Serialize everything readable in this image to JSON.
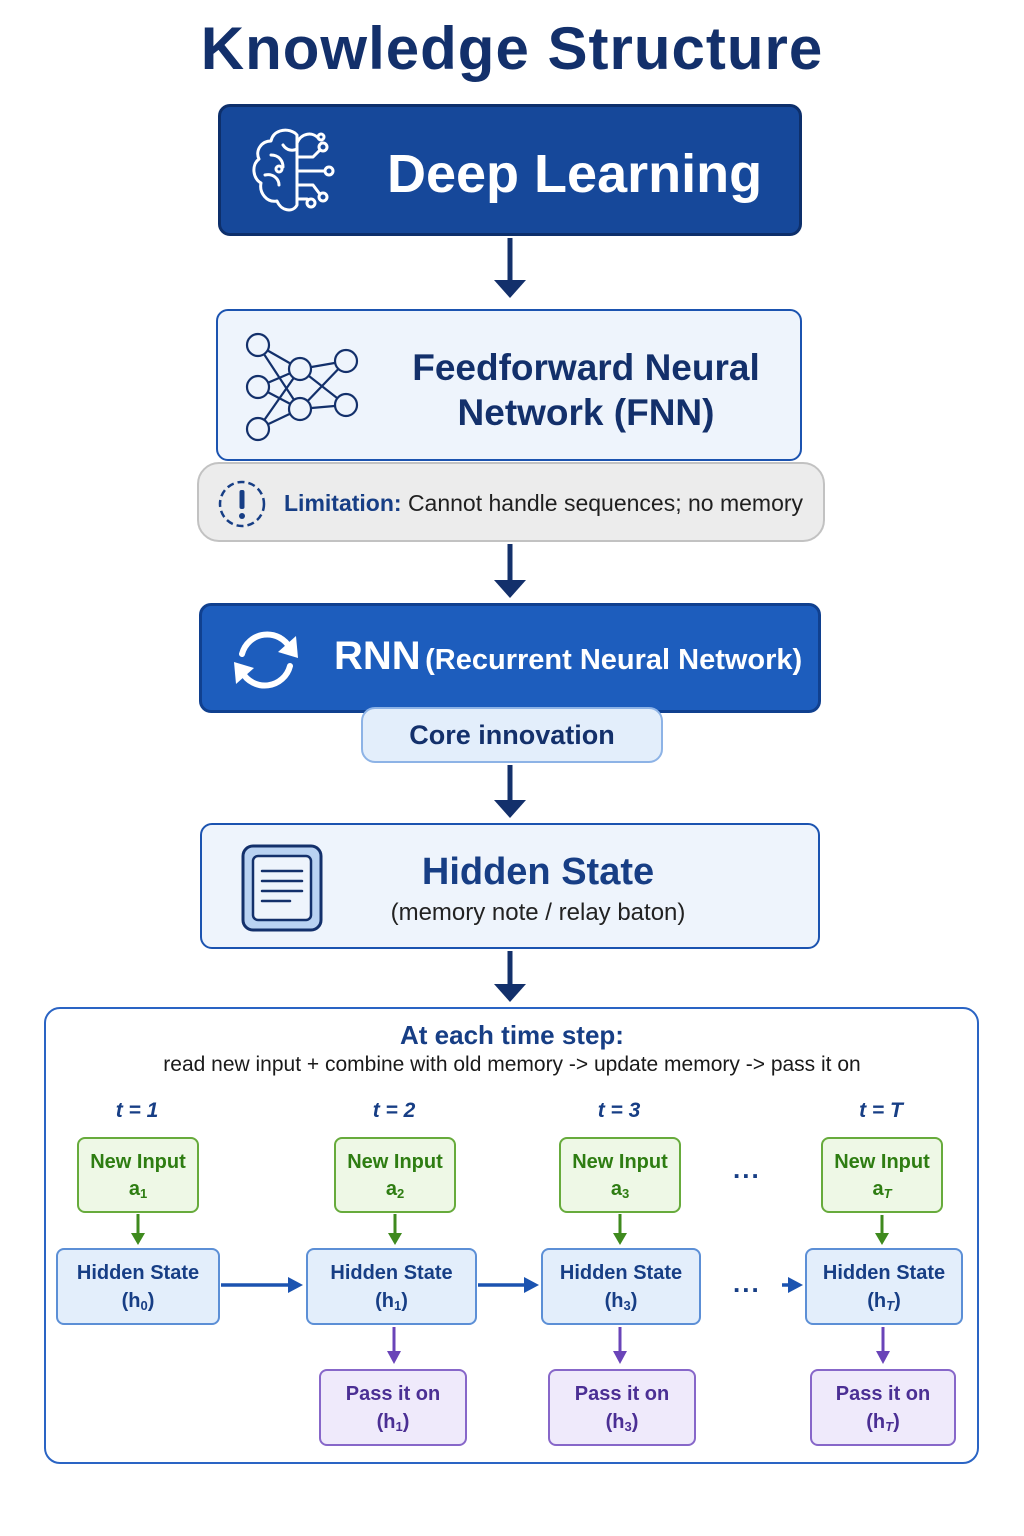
{
  "title": "Knowledge Structure",
  "deep_learning": {
    "label": "Deep Learning",
    "icon": "brain-circuit-icon"
  },
  "fnn": {
    "label_line1": "Feedforward Neural",
    "label_line2": "Network (FNN)",
    "icon": "neural-network-icon"
  },
  "limitation": {
    "label": "Limitation:",
    "text": "Cannot handle sequences; no memory",
    "icon": "alert-icon"
  },
  "rnn": {
    "label": "RNN",
    "full_name": "(Recurrent Neural Network)",
    "icon": "recycle-loop-icon"
  },
  "core": {
    "label": "Core innovation"
  },
  "hidden_state": {
    "title": "Hidden State",
    "subtitle": "(memory note / relay baton)",
    "icon": "note-document-icon"
  },
  "time_steps": {
    "title": "At each time step:",
    "description": "read new input + combine with old memory -> update memory -> pass it on",
    "ellipsis": "...",
    "steps": [
      {
        "t": "t = 1",
        "input_label": "New Input",
        "input_var": "a",
        "input_sub": "1",
        "hidden_label": "Hidden State",
        "hidden_var": "(h",
        "hidden_sub": "0",
        "hidden_close": ")"
      },
      {
        "t": "t = 2",
        "input_label": "New Input",
        "input_var": "a",
        "input_sub": "2",
        "hidden_label": "Hidden State",
        "hidden_var": "(h",
        "hidden_sub": "1",
        "hidden_close": ")",
        "pass_label": "Pass it on",
        "pass_var": "(h",
        "pass_sub": "1",
        "pass_close": ")"
      },
      {
        "t": "t = 3",
        "input_label": "New Input",
        "input_var": "a",
        "input_sub": "3",
        "hidden_label": "Hidden State",
        "hidden_var": "(h",
        "hidden_sub": "3",
        "hidden_close": ")",
        "pass_label": "Pass it on",
        "pass_var": "(h",
        "pass_sub": "3",
        "pass_close": ")"
      },
      {
        "t": "t = T",
        "input_label": "New Input",
        "input_var": "a",
        "input_sub": "T",
        "hidden_label": "Hidden State",
        "hidden_var": "(h",
        "hidden_sub": "T",
        "hidden_close": ")",
        "pass_label": "Pass it on",
        "pass_var": "(h",
        "pass_sub": "T",
        "pass_close": ")"
      }
    ]
  },
  "colors": {
    "dark_blue": "#16489a",
    "rnn_blue": "#1d5dbd",
    "input_green": "#2e7d12",
    "pass_purple": "#4b2f94"
  }
}
